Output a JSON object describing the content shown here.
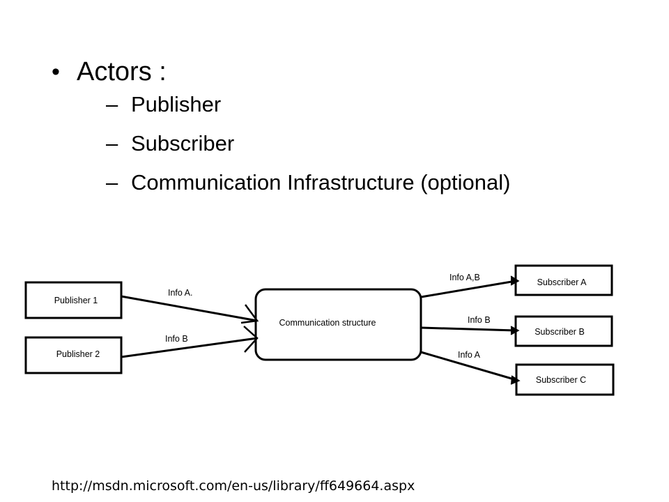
{
  "slide": {
    "bullet": {
      "symbol": "•",
      "label": "Actors :"
    },
    "dash_symbol": "–",
    "sub_items": [
      "Publisher",
      "Subscriber",
      "Communication Infrastructure (optional)"
    ]
  },
  "diagram": {
    "publishers": [
      "Publisher 1",
      "Publisher 2"
    ],
    "hub": "Communication structure",
    "subscribers": [
      "Subscriber A",
      "Subscriber B",
      "Subscriber C"
    ],
    "edge_labels": {
      "pub1": "Info A.",
      "pub2": "Info B",
      "subA": "Info A,B",
      "subB": "Info B",
      "subC": "Info A"
    }
  },
  "source_url": "http://msdn.microsoft.com/en-us/library/ff649664.aspx"
}
